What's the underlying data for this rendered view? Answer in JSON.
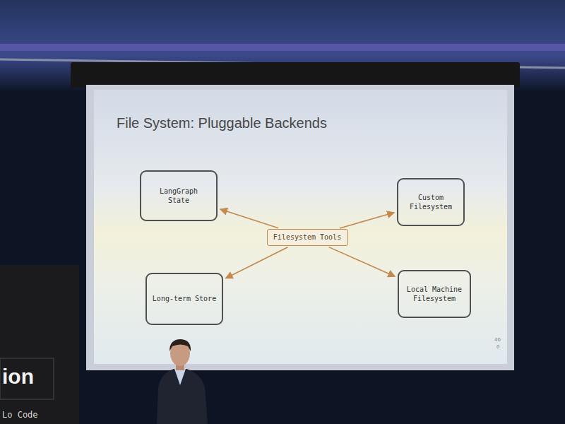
{
  "diagram": {
    "title": "File System: Pluggable Backends",
    "nodes": [
      {
        "text": [
          "LangGraph State"
        ]
      },
      {
        "text": [
          "Custom Filesystem"
        ]
      },
      {
        "text": [
          "Filesystem Tools"
        ]
      },
      {
        "text": [
          "Long-term Store"
        ]
      },
      {
        "text": [
          "Local Machine Filesystem"
        ]
      }
    ],
    "edges": [
      {
        "from": 2,
        "to": 0,
        "arrow": "to"
      },
      {
        "from": 2,
        "to": 1,
        "arrow": "to"
      },
      {
        "from": 2,
        "to": 3,
        "arrow": "to"
      },
      {
        "from": 2,
        "to": 4,
        "arrow": "to"
      }
    ],
    "labels": [
      "46",
      "6",
      "ion",
      "Lo Code"
    ]
  }
}
